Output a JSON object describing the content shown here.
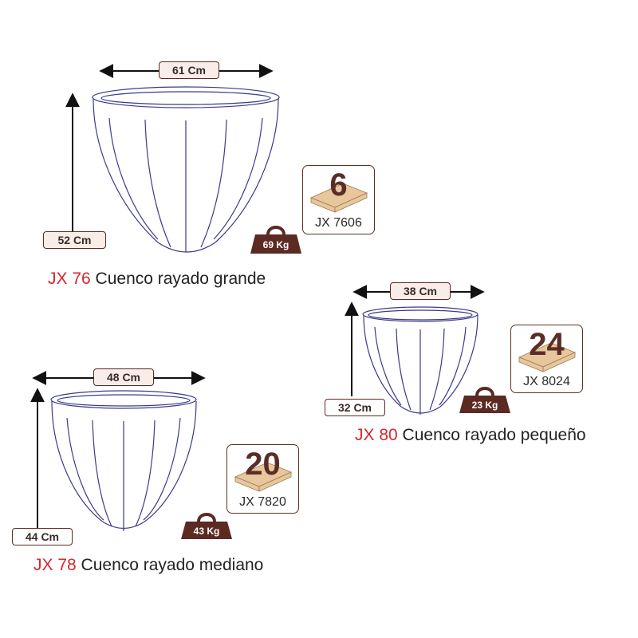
{
  "colors": {
    "code": "#d7262f",
    "pot_outline": "#3b3a8c",
    "badge_fill": "#5b2a22",
    "label_border": "#5a2a22"
  },
  "products": [
    {
      "code": "JX 76",
      "name": "Cuenco rayado grande",
      "width_label": "61 Cm",
      "height_label": "52 Cm",
      "weight_label": "69 Kg",
      "pallet_count": "6",
      "pallet_code": "JX 7606"
    },
    {
      "code": "JX 80",
      "name": "Cuenco rayado pequeño",
      "width_label": "38 Cm",
      "height_label": "32 Cm",
      "weight_label": "23 Kg",
      "pallet_count": "24",
      "pallet_code": "JX 8024"
    },
    {
      "code": "JX 78",
      "name": "Cuenco rayado mediano",
      "width_label": "48 Cm",
      "height_label": "44 Cm",
      "weight_label": "43 Kg",
      "pallet_count": "20",
      "pallet_code": "JX 7820"
    }
  ]
}
